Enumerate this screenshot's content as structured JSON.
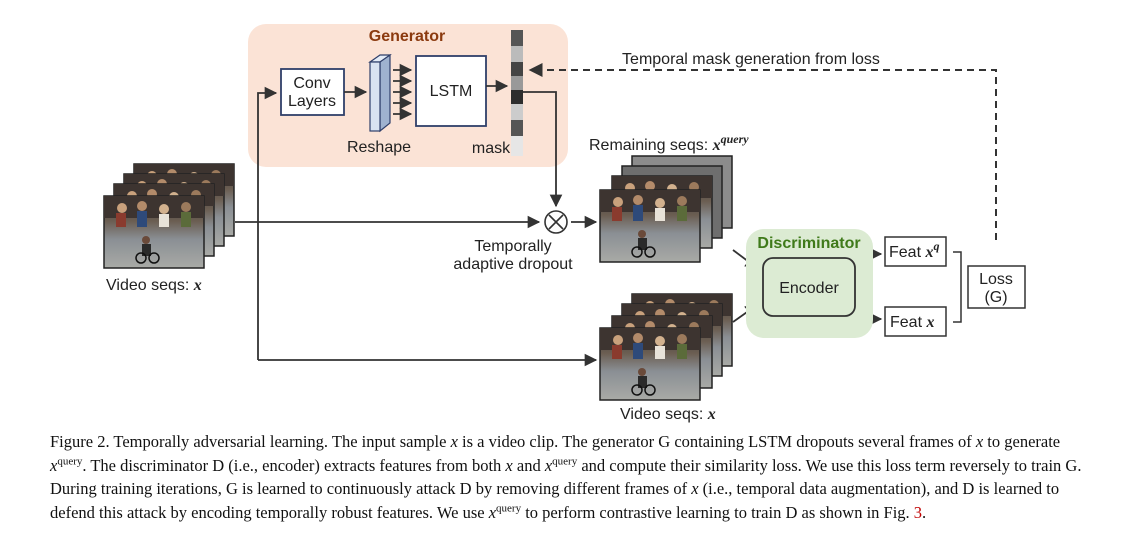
{
  "generator": {
    "title": "Generator",
    "conv_layers": [
      "Conv",
      "Layers"
    ],
    "reshape": "Reshape",
    "lstm": "LSTM",
    "mask": "mask"
  },
  "temporal_mask_label": "Temporal mask generation from loss",
  "remaining": {
    "text": "Remaining seqs: ",
    "math": "x",
    "sup": "query"
  },
  "input_label": {
    "text": "Video seqs: ",
    "math": "x"
  },
  "output_label": {
    "text": "Video seqs: ",
    "math": "x"
  },
  "dropout_label": [
    "Temporally",
    "adaptive dropout"
  ],
  "multiply_symbol": "×",
  "discriminator": {
    "title": "Discriminator",
    "encoder": "Encoder"
  },
  "feat_q": {
    "text": "Feat ",
    "math": "x",
    "sup": "q"
  },
  "feat_x": {
    "text": "Feat ",
    "math": "x"
  },
  "loss": [
    "Loss",
    "(G)"
  ],
  "caption": {
    "fig_label": "Figure 2.",
    "title": "Temporally adversarial learning.",
    "s1": "The input sample",
    "s2": "is a video clip. The generator G containing LSTM dropouts several frames of",
    "s3": "to generate",
    "s4": ". The discriminator D (i.e., encoder) extracts features from both",
    "s5": "and",
    "s6": "and compute their similarity loss. We use this loss term reversely to train G. During training iterations, G is learned to continuously attack D by removing different frames of",
    "s7": "(i.e., temporal data augmentation), and D is learned to defend this attack by encoding temporally robust features. We use",
    "s8": "to perform contrastive learning to train D as shown in Fig.",
    "fig_ref": "3",
    "end": ".",
    "var_x": "x",
    "var_sup": "query"
  },
  "colors": {
    "generator_bg": "#fbe3d6",
    "generator_title": "#8b3a0f",
    "discriminator_bg": "#dcebd3",
    "discriminator_title": "#3f7a1a",
    "box_border": "#2f3f6a",
    "ref_red": "#c00000"
  },
  "icons": [
    "multiply-circle-icon",
    "video-frame-stack"
  ]
}
